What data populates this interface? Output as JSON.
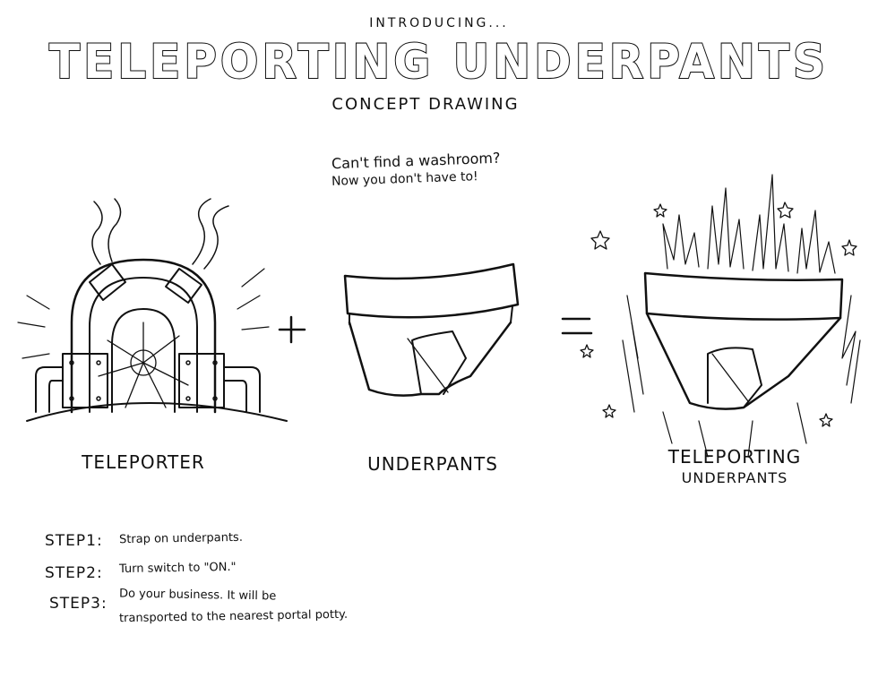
{
  "header": {
    "intro": "INTRODUCING...",
    "title": "TELEPORTING UNDERPANTS",
    "subtitle": "CONCEPT DRAWING"
  },
  "tagline": {
    "line1": "Can't find a washroom?",
    "line2": "Now you don't have to!"
  },
  "equation": {
    "plus": "+",
    "equals": "=",
    "items": [
      {
        "caption": "TELEPORTER",
        "icon": "teleporter-machine-icon"
      },
      {
        "caption": "UNDERPANTS",
        "icon": "underpants-icon"
      },
      {
        "caption": "TELEPORTING",
        "caption2": "UNDERPANTS",
        "icon": "teleporting-underpants-icon"
      }
    ]
  },
  "steps": [
    {
      "label": "STEP1:",
      "text": "Strap on underpants."
    },
    {
      "label": "STEP2:",
      "text": "Turn switch to \"ON.\""
    },
    {
      "label": "STEP3:",
      "text": "Do your business. It will be",
      "text2": "transported to the nearest portal potty."
    }
  ]
}
